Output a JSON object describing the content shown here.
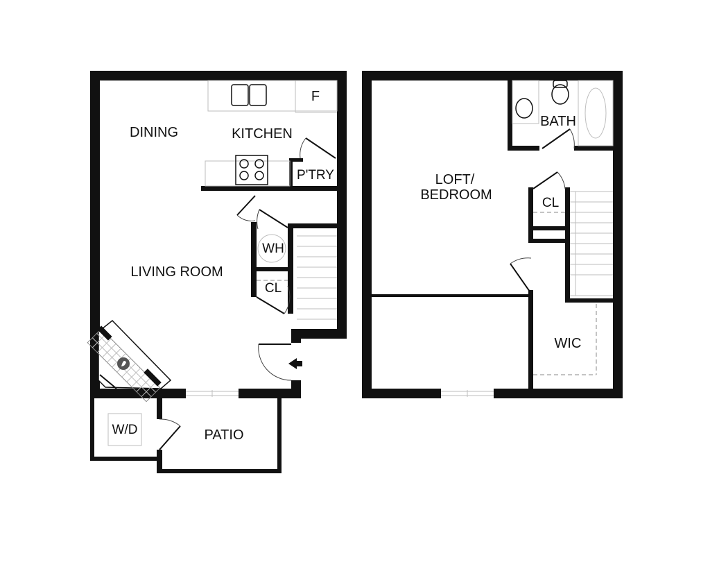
{
  "rooms": {
    "dining": "DINING",
    "kitchen": "KITCHEN",
    "fridge": "F",
    "pantry": "P'TRY",
    "living_room": "LIVING ROOM",
    "water_heater": "WH",
    "closet_down": "CL",
    "washer_dryer": "W/D",
    "patio": "PATIO",
    "loft_line1": "LOFT/",
    "loft_line2": "BEDROOM",
    "bath": "BATH",
    "closet_up": "CL",
    "walk_in_closet": "WIC"
  },
  "colors": {
    "wall": "#111111",
    "background": "#ffffff",
    "fixture": "#bdbdbd"
  }
}
